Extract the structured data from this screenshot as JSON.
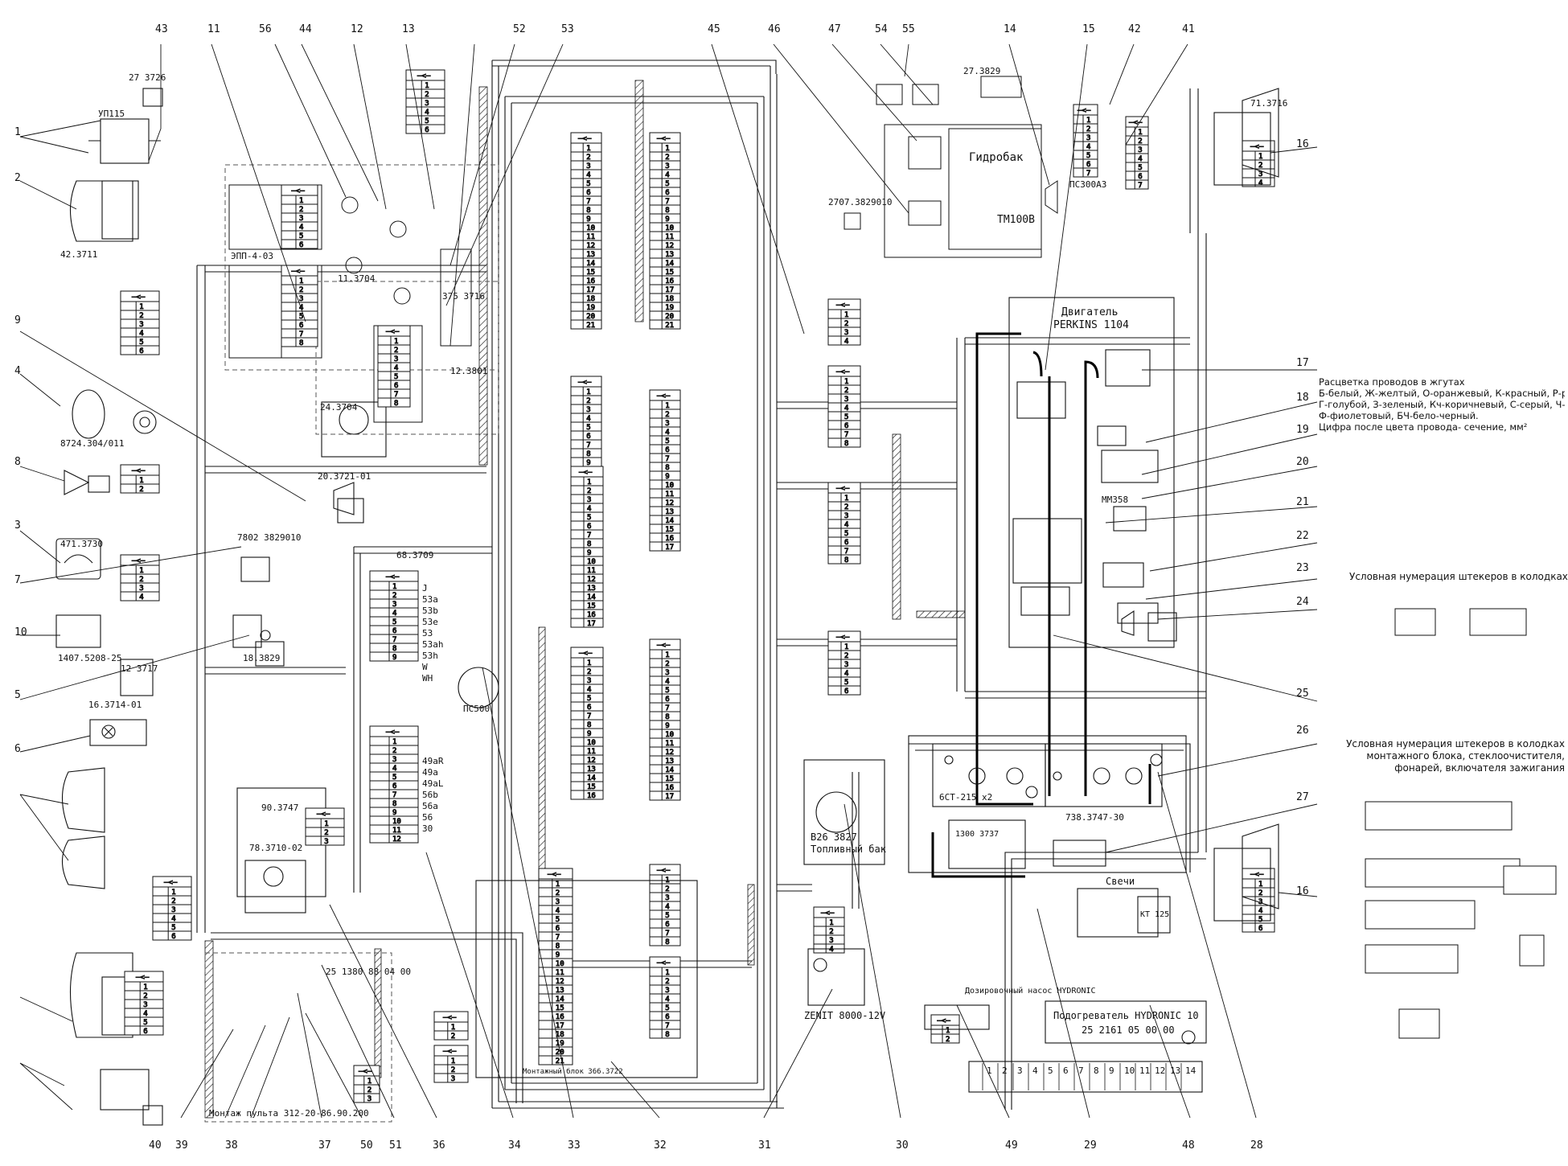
{
  "callouts": [
    "1",
    "2",
    "3",
    "4",
    "5",
    "6",
    "7",
    "8",
    "9",
    "10",
    "11",
    "12",
    "13",
    "14",
    "15",
    "16",
    "17",
    "18",
    "19",
    "20",
    "21",
    "22",
    "23",
    "24",
    "25",
    "26",
    "27",
    "28",
    "29",
    "30",
    "31",
    "32",
    "33",
    "34",
    "36",
    "37",
    "38",
    "39",
    "40",
    "41",
    "42",
    "43",
    "44",
    "45",
    "46",
    "47",
    "48",
    "49",
    "50",
    "51",
    "52",
    "53",
    "54",
    "55",
    "56"
  ],
  "wire_legend": {
    "title": "Расцветка проводов в жгутах",
    "lines": [
      "Б-белый, Ж-желтый, О-оранжевый, К-красный, Р-розовый,",
      "Г-голубой, З-зеленый, Кч-коричневый, С-серый, Ч-черный,",
      "Ф-фиолетовый, БЧ-бело-черный.",
      "Цифра после цвета провода- сечение, мм²"
    ]
  },
  "connector_note_1": "Условная нумерация штекеров в колодках",
  "connector_note_2": [
    "Условная нумерация штекеров в колодках",
    "монтажного блока, стеклоочистителя,",
    "фонарей, включателя зажигания"
  ],
  "components": {
    "hydro_tank": "Гидробак",
    "hydro_tank_code": "ТМ100В",
    "engine": "Двигатель",
    "engine_model": "PERKINS 1104",
    "fuel_tank": "Топливный бак",
    "fuel_tank_code": "В26 3827",
    "mount_block": "Монтажный блок 366.3722",
    "heater": "Подогреватель HYDRONIC 10",
    "heater_code": "25 2161 05 00 00",
    "dosing_pump": "Дозировочный насос HYDRONIC",
    "panel_mount": "Монтаж пульта 312-20-86.90.200",
    "battery": "6СТ-215 x2",
    "alternator": "ZENIT 8000-12V",
    "starter_relay": "738.3747-30",
    "glow_plug": "Свечи",
    "glow_relay": "КТ 125",
    "ps500": "ПС500",
    "mm358": "ММ358",
    "epp": "ЭПП-4-03",
    "relay_1300": "1300 3737"
  },
  "part_codes": [
    "27 3726",
    "УП115",
    "42.3711",
    "8724.304/011",
    "471.3730",
    "1407.5208-25",
    "12 3717",
    "18.3829",
    "16.3714-01",
    "20.3721-01",
    "7802 3829010",
    "90.3747",
    "78.3710-02",
    "25 1380 88 04 00",
    "68.3709",
    "2707.3829010",
    "27.3829",
    "71.3716",
    "ПС300А3",
    "24.3704",
    "375 3716",
    "12.3801",
    "11.3704"
  ],
  "block_68_pins": [
    "J",
    "53a",
    "53b",
    "53e",
    "53",
    "53ah",
    "53h",
    "W",
    "WH"
  ],
  "block_68_lower_pins": [
    "49aR",
    "49a",
    "49aL",
    "56b",
    "56a",
    "56",
    "30"
  ],
  "heater_pins": [
    "1",
    "2",
    "3",
    "4",
    "5",
    "6",
    "7",
    "8",
    "9",
    "10",
    "11",
    "12",
    "13",
    "14"
  ],
  "colors": {
    "ink": "#111111",
    "paper": "#ffffff"
  }
}
